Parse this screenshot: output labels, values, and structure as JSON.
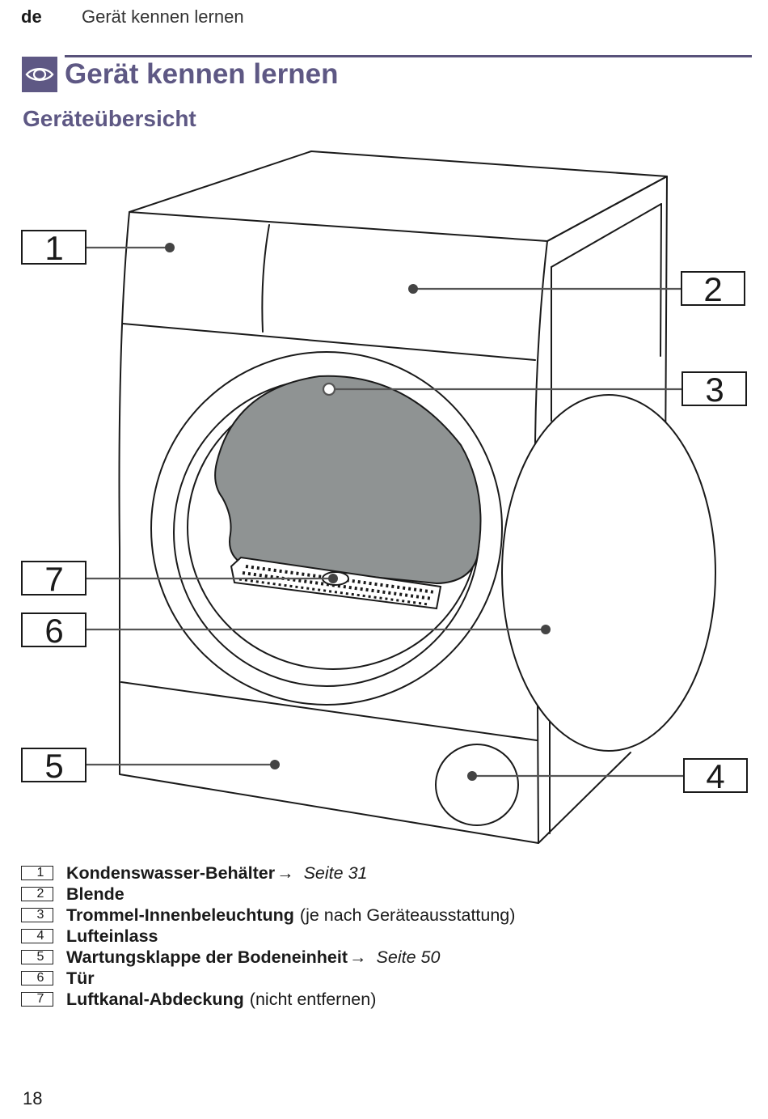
{
  "header": {
    "language": "de",
    "running_title": "Gerät kennen lernen"
  },
  "section": {
    "title": "Gerät kennen lernen",
    "icon": "eye-icon",
    "color": "#5e5884"
  },
  "subsection": {
    "title": "Geräteübersicht"
  },
  "figure": {
    "drum_fill_color": "#8f9393",
    "callouts": [
      {
        "number": "1"
      },
      {
        "number": "2"
      },
      {
        "number": "3"
      },
      {
        "number": "4"
      },
      {
        "number": "5"
      },
      {
        "number": "6"
      },
      {
        "number": "7"
      }
    ]
  },
  "legend": [
    {
      "number": "1",
      "term": "Kondenswasser-Behälter",
      "arrow": "→",
      "page_ref": "Seite 31",
      "extra": ""
    },
    {
      "number": "2",
      "term": "Blende",
      "arrow": "",
      "page_ref": "",
      "extra": ""
    },
    {
      "number": "3",
      "term": "Trommel-Innenbeleuchtung",
      "arrow": "",
      "page_ref": "",
      "extra": "(je nach Geräteausstattung)"
    },
    {
      "number": "4",
      "term": "Lufteinlass",
      "arrow": "",
      "page_ref": "",
      "extra": ""
    },
    {
      "number": "5",
      "term": "Wartungsklappe der Bodeneinheit",
      "arrow": "→",
      "page_ref": "Seite 50",
      "extra": ""
    },
    {
      "number": "6",
      "term": "Tür",
      "arrow": "",
      "page_ref": "",
      "extra": ""
    },
    {
      "number": "7",
      "term": "Luftkanal-Abdeckung",
      "arrow": "",
      "page_ref": "",
      "extra": "(nicht entfernen)"
    }
  ],
  "footer": {
    "page_number": "18"
  }
}
